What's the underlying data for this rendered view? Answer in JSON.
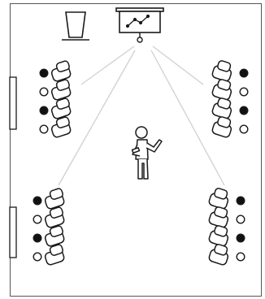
{
  "diagram": {
    "kind": "classroom-seating-layout",
    "colors": {
      "outline": "#1a1a1a",
      "sight_line": "#d0d0d0",
      "filled_head": "#111111",
      "empty_head": "#ffffff",
      "wall": "#555555"
    },
    "icons": {
      "presentation_board": "presentation-board-icon",
      "trash_bin": "trash-bin-icon",
      "presenter": "presenter-icon",
      "seated_person": "seated-person-icon",
      "window": "window-icon"
    },
    "groups": [
      {
        "name": "group-top-left",
        "heads": [
          "filled",
          "empty",
          "filled",
          "empty"
        ]
      },
      {
        "name": "group-top-right",
        "heads": [
          "filled",
          "empty",
          "filled",
          "empty"
        ]
      },
      {
        "name": "group-bottom-left",
        "heads": [
          "filled",
          "empty",
          "filled",
          "empty"
        ]
      },
      {
        "name": "group-bottom-right",
        "heads": [
          "filled",
          "empty",
          "filled",
          "empty"
        ]
      }
    ]
  }
}
